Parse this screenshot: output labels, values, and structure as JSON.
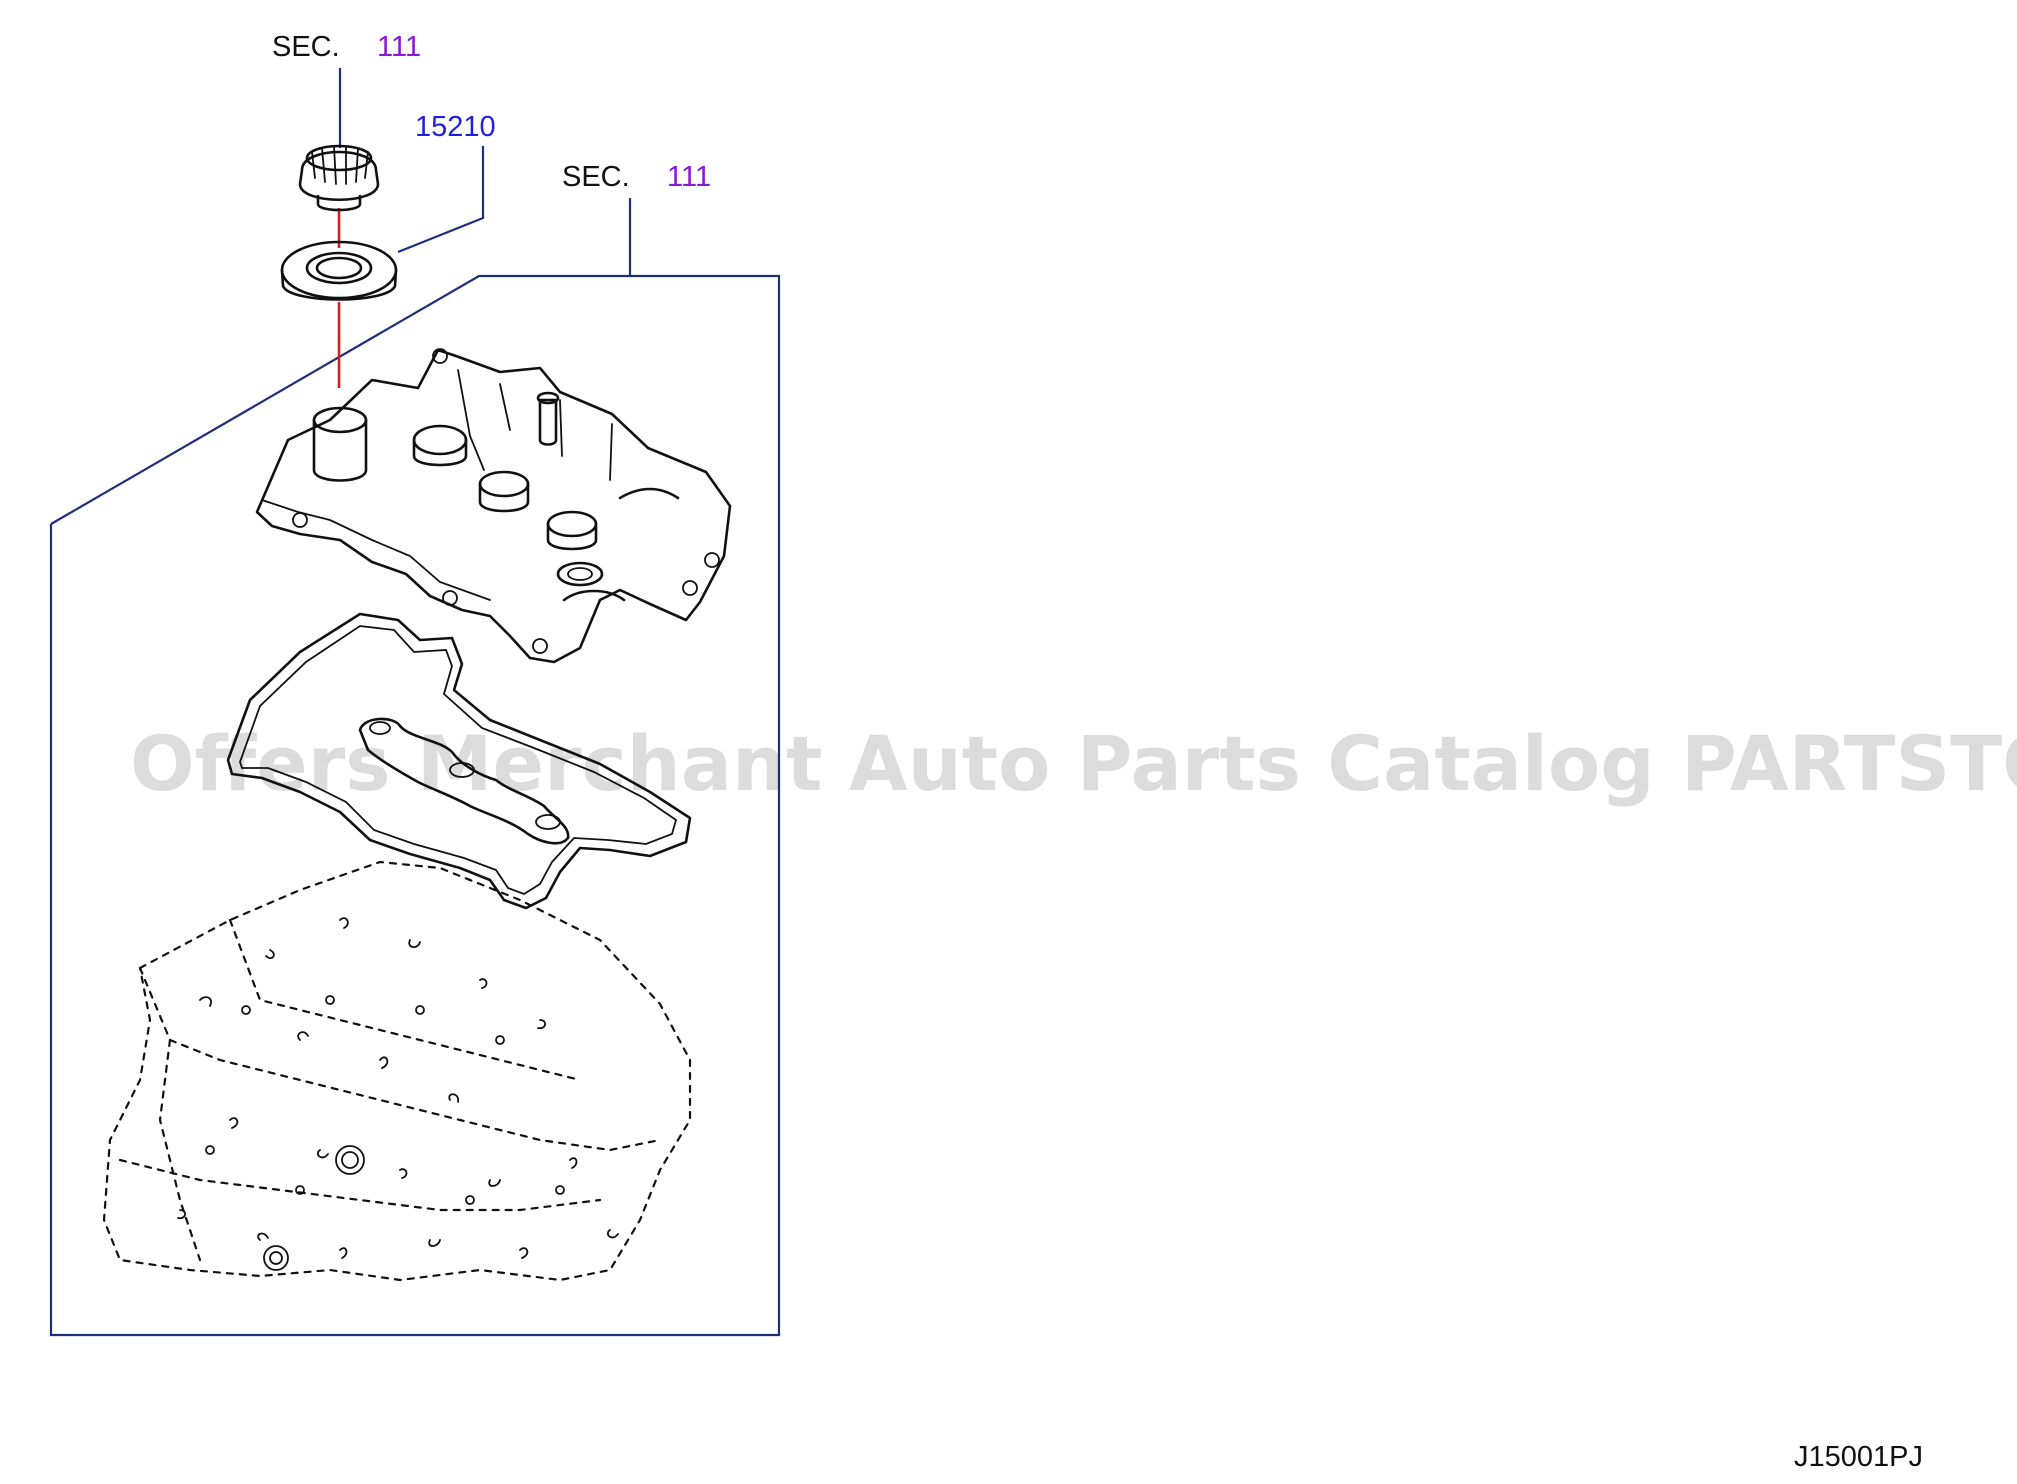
{
  "callouts": {
    "sec_top": {
      "prefix": "SEC.",
      "number": "111"
    },
    "part_number": "15210",
    "sec_bracket": {
      "prefix": "SEC.",
      "number": "111"
    }
  },
  "diagram_code": "J15001PJ",
  "watermark": "Offers Merchant Auto Parts Catalog PARTSTORE.SA",
  "colors": {
    "sec_number": "#8a16d6",
    "part_number": "#1f1fe0",
    "leader_line": "#1c2f7a",
    "alignment_line": "#e01a1a"
  },
  "parts": [
    {
      "name": "oil-filler-cap-icon"
    },
    {
      "name": "filler-cap-seal-icon"
    },
    {
      "name": "rocker-cover-icon"
    },
    {
      "name": "rocker-cover-gasket-icon"
    },
    {
      "name": "cylinder-head-icon"
    }
  ]
}
